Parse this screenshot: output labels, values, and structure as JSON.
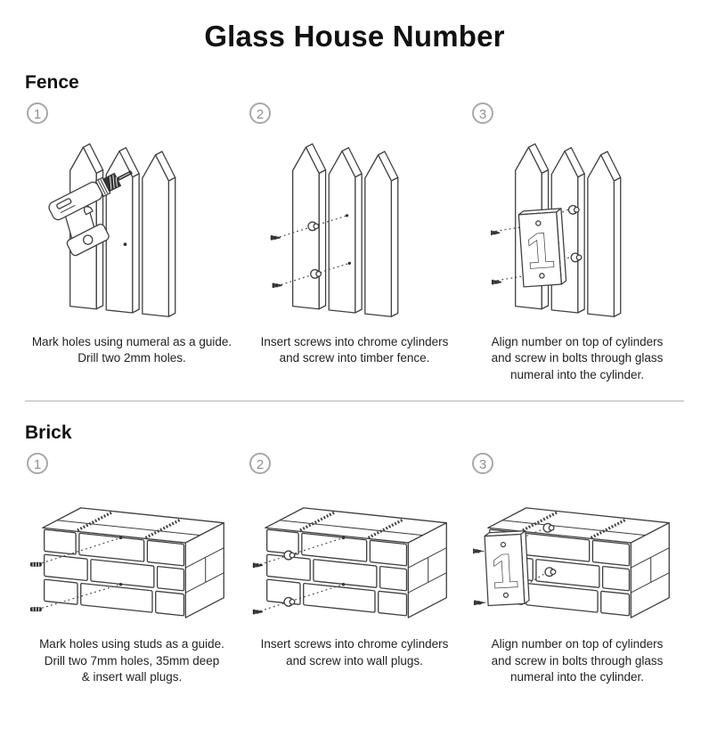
{
  "title": "Glass House Number",
  "plate_numeral": "1",
  "sections": [
    {
      "heading": "Fence",
      "steps": [
        {
          "number": "1",
          "caption_lines": [
            "Mark holes using numeral as a guide.",
            "Drill two 2mm holes."
          ]
        },
        {
          "number": "2",
          "caption_lines": [
            "Insert screws into chrome cylinders",
            "and screw into timber fence."
          ]
        },
        {
          "number": "3",
          "caption_lines": [
            "Align number on top of cylinders",
            "and screw in bolts through glass",
            "numeral into the cylinder."
          ]
        }
      ]
    },
    {
      "heading": "Brick",
      "steps": [
        {
          "number": "1",
          "caption_lines": [
            "Mark holes using studs as a guide.",
            "Drill two 7mm holes, 35mm deep",
            "& insert wall plugs."
          ]
        },
        {
          "number": "2",
          "caption_lines": [
            "Insert screws into chrome cylinders",
            "and screw into wall plugs."
          ]
        },
        {
          "number": "3",
          "caption_lines": [
            "Align number on top of cylinders",
            "and screw in bolts through glass",
            "numeral into the cylinder."
          ]
        }
      ]
    }
  ],
  "colors": {
    "line": "#3f3f3f",
    "badge_border": "#a8a8a8",
    "badge_text": "#8f8f8f",
    "divider": "#d3d3d3",
    "title_text": "#111111",
    "caption_text": "#222222"
  }
}
